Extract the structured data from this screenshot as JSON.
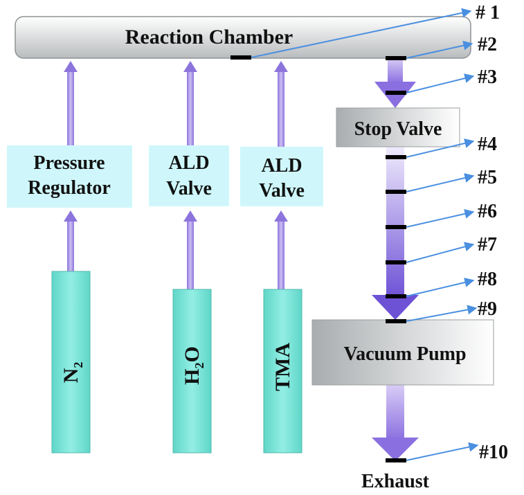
{
  "chamber": {
    "label": "Reaction Chamber"
  },
  "inlet_boxes": [
    {
      "line1": "Pressure",
      "line2": "Regulator"
    },
    {
      "line1": "ALD",
      "line2": "Valve"
    },
    {
      "line1": "ALD",
      "line2": "Valve"
    }
  ],
  "sources": {
    "n2": {
      "base": "N",
      "sub": "2"
    },
    "h2o": {
      "base1": "H",
      "sub": "2",
      "base2": "O"
    },
    "tma": {
      "label": "TMA"
    }
  },
  "stop_valve": {
    "label": "Stop Valve"
  },
  "vacuum_pump": {
    "label": "Vacuum Pump"
  },
  "exhaust": {
    "label": "Exhaust"
  },
  "markers": [
    "# 1",
    "#2",
    "#3",
    "#4",
    "#5",
    "#6",
    "#7",
    "#8",
    "#9",
    "#10"
  ],
  "colors": {
    "arrow": "#9a82e0",
    "arrow_dark": "#7a5fd8",
    "box_fill": "#cff7fb",
    "cylinder": "#6fe0d2",
    "leader": "#4a8fe0"
  }
}
